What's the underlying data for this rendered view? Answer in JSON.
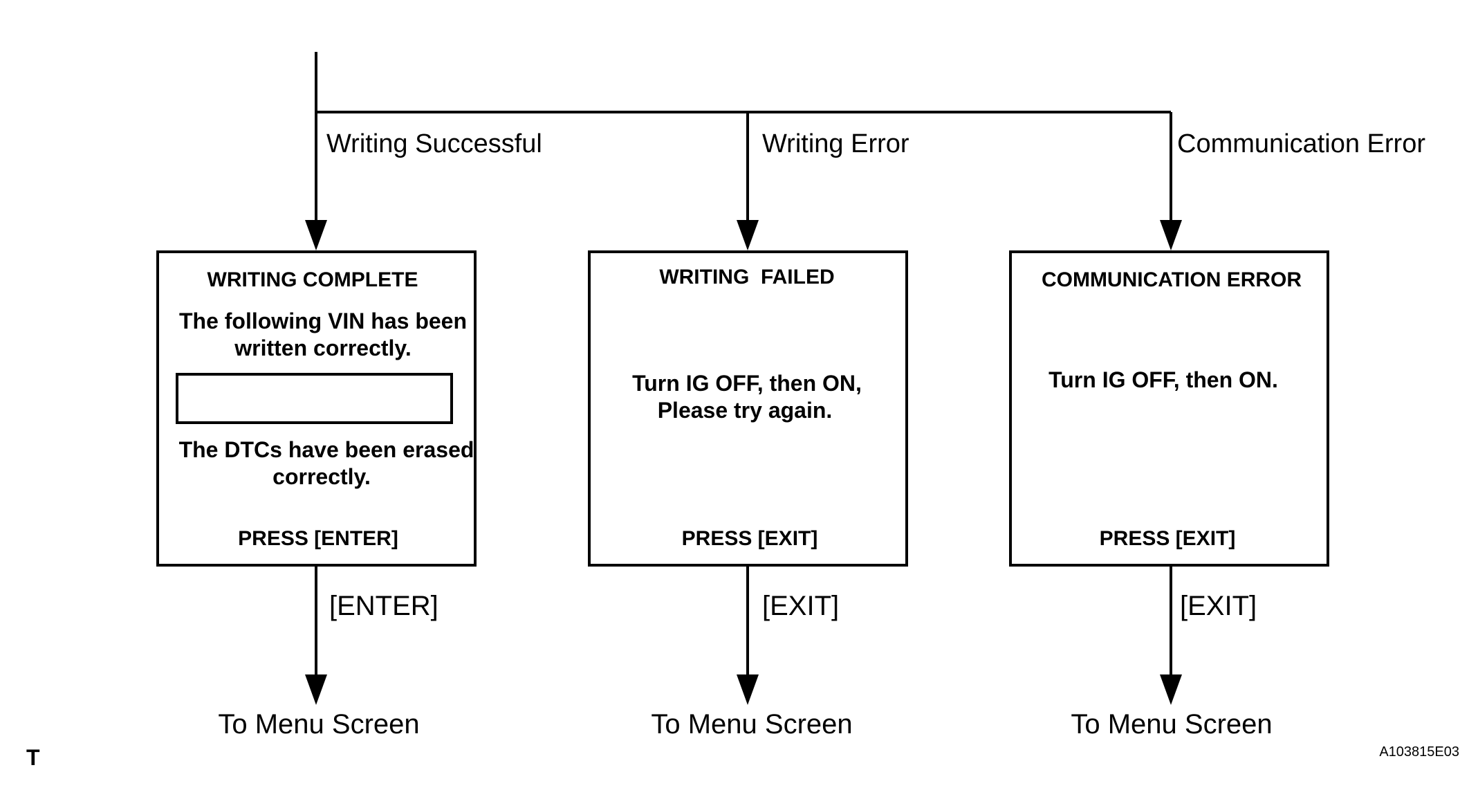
{
  "branches": {
    "success": {
      "label": "Writing Successful",
      "title": "WRITING COMPLETE",
      "body": [
        "The following VIN has been",
        "written correctly."
      ],
      "body2": [
        "The DTCs have been erased",
        "correctly."
      ],
      "press": "PRESS [ENTER]",
      "key": "[ENTER]",
      "destination": "To Menu Screen"
    },
    "writing_error": {
      "label": "Writing Error",
      "title": "WRITING  FAILED",
      "body": [
        "Turn IG OFF, then ON,",
        "Please try again."
      ],
      "press": "PRESS [EXIT]",
      "key": "[EXIT]",
      "destination": "To Menu Screen"
    },
    "communication_error": {
      "label": "Communication Error",
      "title": "COMMUNICATION ERROR",
      "body": [
        "Turn IG OFF, then ON."
      ],
      "press": "PRESS [EXIT]",
      "key": "[EXIT]",
      "destination": "To Menu Screen"
    }
  },
  "corner_mark": "T",
  "figure_id": "A103815E03"
}
